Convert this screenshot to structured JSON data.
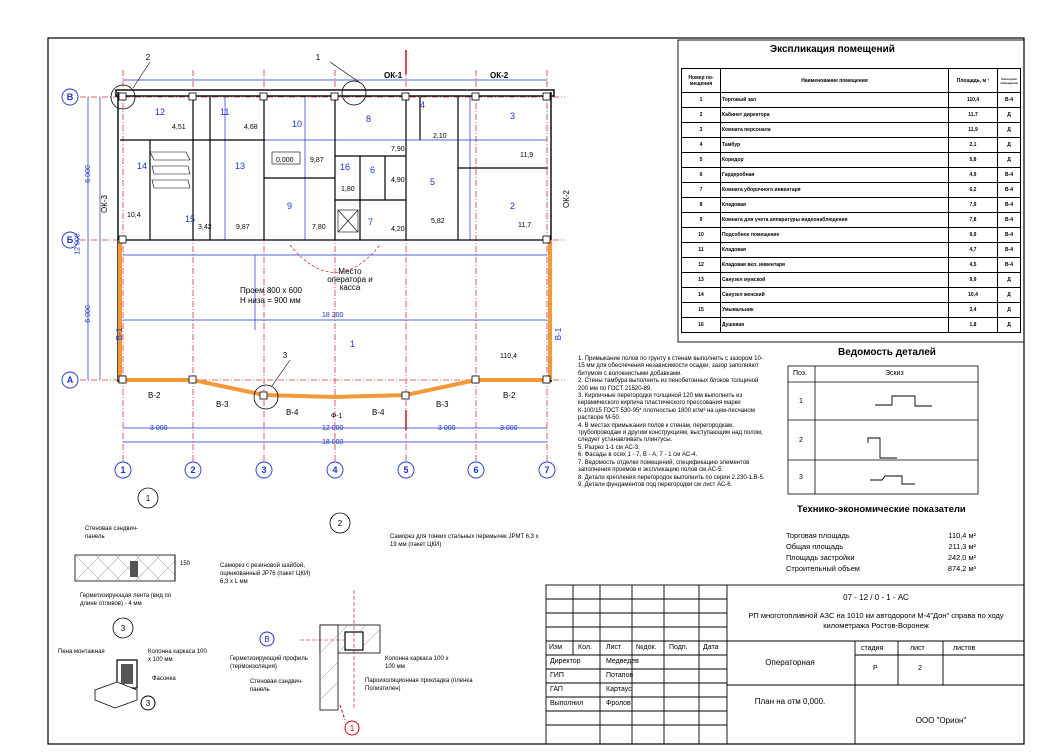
{
  "sheet": {
    "code": "07 - 12 / 0 - 1 - АС",
    "project": "РП многотопливной АЗС на 1010 км автодороги М-4\"Дон\" справа по ходу километража Ростов-Воронеж",
    "building": "Операторная",
    "drawing": "План на отм 0,000.",
    "company": "ООО \"Орион\"",
    "stage_label": "стадия",
    "sheet_label": "лист",
    "sheets_label": "листов",
    "stage": "Р",
    "sheet_no": "2",
    "header": [
      "Изм",
      "Кол.",
      "Лист",
      "№док.",
      "Подп.",
      "Дата"
    ],
    "staff": [
      {
        "role": "Директор",
        "name": "Медведев"
      },
      {
        "role": "ГИП",
        "name": "Потапов"
      },
      {
        "role": "ГАП",
        "name": "Картаус"
      },
      {
        "role": "Выполнил",
        "name": "Фролов"
      }
    ]
  },
  "rooms_table": {
    "title": "Экспликация помещений",
    "headers": [
      "Номер по-мещения",
      "Наименование помещения",
      "Площадь, м ²",
      "Категория помещения"
    ],
    "rows": [
      {
        "no": "1",
        "name": "Торговый зал",
        "area": "110,4",
        "cat": "В-4"
      },
      {
        "no": "2",
        "name": "Кабинет директора",
        "area": "11,7",
        "cat": "Д"
      },
      {
        "no": "3",
        "name": "Комната персонала",
        "area": "11,9",
        "cat": "Д"
      },
      {
        "no": "4",
        "name": "Тамбур",
        "area": "2,1",
        "cat": "Д"
      },
      {
        "no": "5",
        "name": "Коридор",
        "area": "5,8",
        "cat": "Д"
      },
      {
        "no": "6",
        "name": "Гардеробная",
        "area": "4,9",
        "cat": "В-4"
      },
      {
        "no": "7",
        "name": "Комната уборочного инвентаря",
        "area": "6,2",
        "cat": "В-4"
      },
      {
        "no": "8",
        "name": "Кладовая",
        "area": "7,9",
        "cat": "В-4"
      },
      {
        "no": "9",
        "name": "Комната для учета аппаратуры видеонаблюдения",
        "area": "7,8",
        "cat": "В-4"
      },
      {
        "no": "10",
        "name": "Подсобное помещение",
        "area": "9,9",
        "cat": "В-4"
      },
      {
        "no": "11",
        "name": "Кладовая",
        "area": "4,7",
        "cat": "В-4"
      },
      {
        "no": "12",
        "name": "Кладовая вкл. инвентаря",
        "area": "4,5",
        "cat": "В-4"
      },
      {
        "no": "13",
        "name": "Санузел мужской",
        "area": "9,9",
        "cat": "Д"
      },
      {
        "no": "14",
        "name": "Санузел женский",
        "area": "10,4",
        "cat": "Д"
      },
      {
        "no": "15",
        "name": "Умывальник",
        "area": "3,4",
        "cat": "Д"
      },
      {
        "no": "16",
        "name": "Душевая",
        "area": "1,8",
        "cat": "Д"
      }
    ]
  },
  "details": {
    "title": "Ведомость деталей",
    "headers": [
      "Поз.",
      "Эскиз"
    ],
    "rows": [
      "1",
      "2",
      "3"
    ]
  },
  "notes": [
    "1. Примыкание полов по грунту к стенам выполнить с зазором 10-15 мм для обеспечения независимости осадки; зазор заполняют битумом с волокнистыми добавками.",
    "2. Стены тамбура выполнить из пенобетонных блоков толщиной 200 мм по ГОСТ 21520-89.",
    "3. Кирпичные перегородки толщиной 120 мм выполнить из керамического кирпича пластического прессования марки К-100/15 ГОСТ 530-95* плотностью 1800 кг/м³ на цем-песчаном растворе М-50.",
    "4. В местах примыкания полов к стенам, перегородкам, трубопроводам и другим конструкциям, выступающим над полом, следует устанавливать плинтусы.",
    "5. Разрез 1-1 см АС-3.",
    "6. Фасады в осях 1 - 7, В - А, 7 - 1 см АС-4.",
    "7. Ведомость отделки помещений, спецификацию элементов заполнения проемов и экспликацию полов см АС-5.",
    "8. Детали крепления перегородок выполнить по серии 2.230-1.В-5.",
    "9. Детали фундаментов под перегородки см лист АС-6."
  ],
  "tep": {
    "title": "Технико-экономические показатели",
    "rows": [
      {
        "label": "Торговая площадь",
        "value": "110,4 м²"
      },
      {
        "label": "Общая площадь",
        "value": "211,3 м²"
      },
      {
        "label": "Площадь застройки",
        "value": "242,0 м²"
      },
      {
        "label": "Строительный объем",
        "value": "874,2 м³"
      }
    ]
  },
  "plan": {
    "axes_x": [
      "1",
      "2",
      "3",
      "4",
      "5",
      "6",
      "7"
    ],
    "axes_y": [
      "В",
      "Б",
      "А"
    ],
    "room_numbers": [
      "12",
      "11",
      "10",
      "8",
      "3",
      "2",
      "14",
      "13",
      "9",
      "7",
      "16",
      "6",
      "15",
      "5",
      "4",
      "1"
    ],
    "areas": [
      "4,51",
      "4,68",
      "9,87",
      "0,000",
      "7,90",
      "2,10",
      "11,9",
      "9,87",
      "3,42",
      "7,80",
      "4,90",
      "4,20",
      "5,82",
      "11,7",
      "10,4",
      "1,80",
      "110,4"
    ],
    "dims_bottom": [
      "3 000",
      "3 000",
      "12 000",
      "3 000",
      "18 000",
      "18 200"
    ],
    "dims_left": [
      "6 000",
      "6 000",
      "12 000"
    ],
    "openings": [
      "ОК-1",
      "ОК-2",
      "ОК-3",
      "ОК-2",
      "В-1",
      "В-1",
      "В-2",
      "В-3",
      "В-4",
      "В-4",
      "В-3",
      "В-2",
      "Ф-1"
    ],
    "labels": [
      "Место оператора и касса",
      "Проем 800 х 600",
      "Н низа = 900 мм"
    ]
  },
  "nodes": {
    "node1": {
      "number": "1",
      "a": "Стеновая сэндвич-панель",
      "b": "Герметизирующая лента (вид по длине отливов) - 4 мм",
      "dim": "150"
    },
    "node2": {
      "number": "2",
      "a": "Саморез для тонких стальных перемычек JPMT 6,3 х 19 мм (пакет ЦКИ)",
      "b": "Саморез с резиновой шайбой, оцинкованный JP76 (пакет ЦКИ) 6,3 х L мм",
      "c": "Герметизирующий профиль (термоизоляция)",
      "d": "Стеновая сэндвич-панель",
      "e": "Колонна каркаса 100 х 100 мм",
      "f": "Пароизоляционная прокладка (пленка Полиэтилен)",
      "axis": "В"
    },
    "node3": {
      "number": "3",
      "a": "Пена монтажная",
      "b": "Колонна каркаса 100 х 100 мм",
      "c": "Фасонка"
    }
  }
}
